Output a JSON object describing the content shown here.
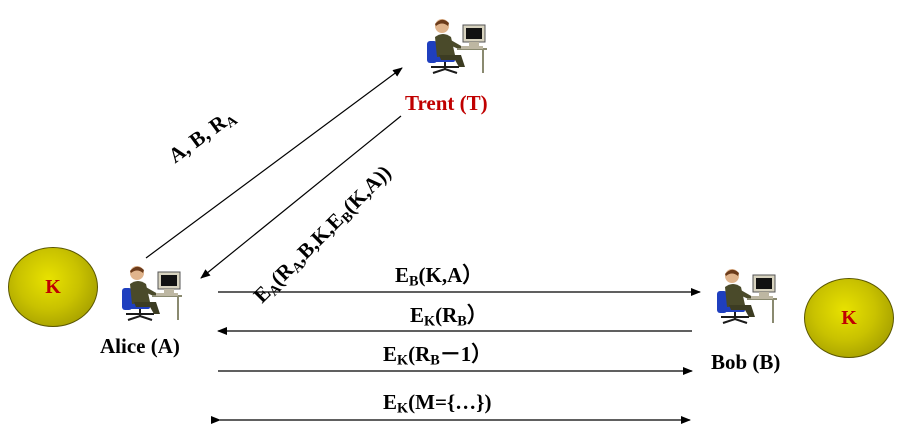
{
  "colors": {
    "trent": "#c00000",
    "key_text": "#c00000",
    "key_fill": "#c9c200",
    "line": "#000000"
  },
  "actors": {
    "trent": "Trent (T)",
    "alice": "Alice (A)",
    "bob": "Bob (B)"
  },
  "keys": {
    "alice_key": "K",
    "bob_key": "K"
  },
  "icons": {
    "person": "person-at-computer-icon"
  },
  "messages": {
    "m1": {
      "main": "A, B, R",
      "sub": "A"
    },
    "m2": {
      "p1": "E",
      "s1": "A",
      "p2": "(R",
      "s2": "A",
      "p3": ",B,K,E",
      "s3": "B",
      "p4": "(K,A))"
    },
    "m3": {
      "p1": "E",
      "s1": "B",
      "p2": "(K,A）"
    },
    "m4": {
      "p1": "E",
      "s1": "K",
      "p2": "(R",
      "s2": "B",
      "p3": "）"
    },
    "m5": {
      "p1": "E",
      "s1": "K",
      "p2": "(R",
      "s2": "B",
      "p3": "－1）"
    },
    "m6": {
      "p1": "E",
      "s1": "K",
      "p2": "(M={…})"
    }
  }
}
